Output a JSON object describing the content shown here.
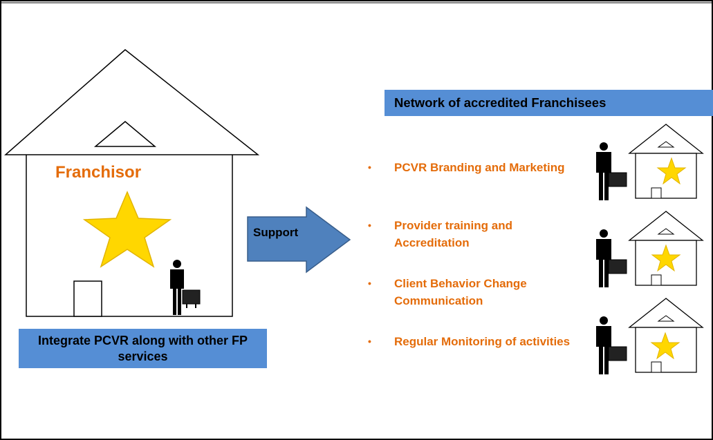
{
  "franchisor": {
    "title": "Franchisor",
    "caption": "Integrate PCVR along with other FP services"
  },
  "arrow": {
    "label": "Support"
  },
  "network": {
    "title": "Network  of accredited Franchisees",
    "bullets": [
      {
        "marker": "•",
        "text": "PCVR Branding and Marketing"
      },
      {
        "marker": "•",
        "text": "Provider training and Accreditation"
      },
      {
        "marker": "•",
        "text": "Client Behavior Change Communication"
      },
      {
        "marker": "•",
        "text": "Regular Monitoring of activities"
      }
    ]
  },
  "colors": {
    "accent_orange": "#E46C0A",
    "label_blue": "#558ED5",
    "arrow_blue": "#4F81BD",
    "star_yellow": "#FFD700",
    "star_outline": "#E2B400"
  },
  "icons": [
    "house-icon",
    "star-icon",
    "businessman-icon",
    "arrow-right-icon"
  ]
}
